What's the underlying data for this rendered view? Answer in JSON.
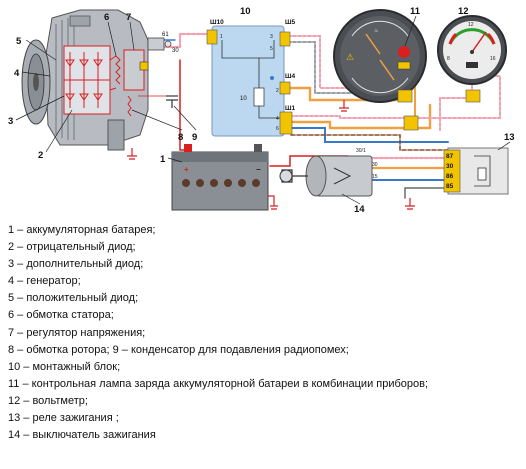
{
  "diagram": {
    "callouts": {
      "n1": "1",
      "n2": "2",
      "n3": "3",
      "n4": "4",
      "n5": "5",
      "n6": "6",
      "n7": "7",
      "n8": "8",
      "n9": "9",
      "n10": "10",
      "n11": "11",
      "n12": "12",
      "n13": "13",
      "n14": "14"
    },
    "alternator_terminals": {
      "t61": "61",
      "t30": "30"
    },
    "mount_block": {
      "connectors": {
        "sh10": "Ш10",
        "sh5": "Ш5",
        "sh4": "Ш4",
        "sh1": "Ш1"
      },
      "pins": {
        "p1": "1",
        "p2": "2",
        "p3": "3",
        "p5": "5",
        "p6": "6",
        "p2b": "2",
        "p4": "4",
        "p6b": "6"
      },
      "fuse_label": "10"
    },
    "switch_terminals": {
      "t30_1": "30/1",
      "t30": "30",
      "t15": "15"
    },
    "relay_pins": {
      "p87": "87",
      "p30": "30",
      "p86": "86",
      "p85": "85"
    },
    "voltmeter_scale": {
      "s8": "8",
      "s12": "12",
      "s16": "16"
    },
    "colors": {
      "alternator_body": "#b8bcc2",
      "block_blue": "#bcd7f0",
      "battery": "#8a8f96",
      "wire_orange": "#f0a040",
      "wire_blue": "#3a78c8",
      "wire_pink": "#f2a0b0",
      "connector_yellow": "#f2c400",
      "ground_red": "#d82020",
      "gauge_dark": "#4a4d52"
    }
  },
  "legend": [
    "1 – аккумуляторная батарея;",
    "2 – отрицательный диод;",
    "3 – дополнительный диод;",
    "4 – генератор;",
    "5 – положительный диод;",
    "6 – обмотка статора;",
    "7 – регулятор напряжения;",
    "8 – обмотка ротора; 9 – конденсатор для подавления радиопомех;",
    "10 – монтажный блок;",
    "11 – контрольная лампа заряда аккумуляторной батареи в комбинации приборов;",
    "12 – вольтметр;",
    "13 – реле зажигания ;",
    "14 – выключатель зажигания"
  ]
}
